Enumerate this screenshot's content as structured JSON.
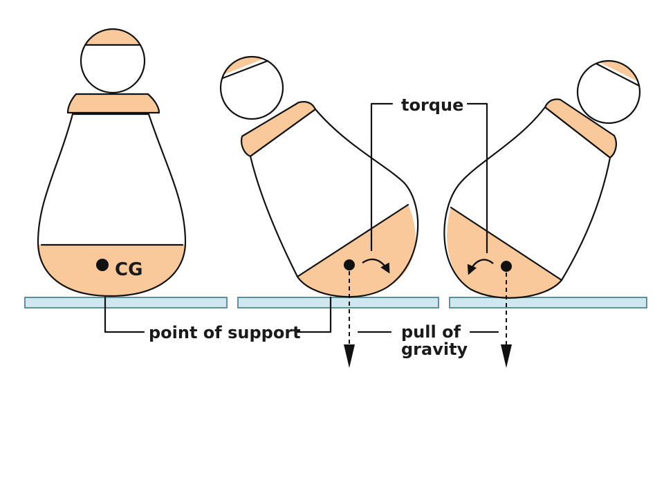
{
  "labels": {
    "cg": "CG",
    "torque": "torque",
    "point_of_support": "point of support",
    "pull_of_gravity_line1": "pull of",
    "pull_of_gravity_line2": "gravity"
  },
  "colors": {
    "fill": "#f9c89b",
    "surface": "#cfe7ee",
    "surface_edge": "#4f8593",
    "ink": "#111111"
  }
}
